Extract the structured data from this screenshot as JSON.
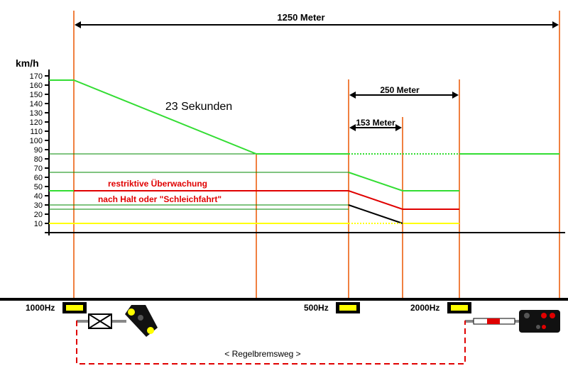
{
  "unit_label": "km/h",
  "y_ticks": [
    "170",
    "160",
    "150",
    "140",
    "130",
    "120",
    "110",
    "100",
    "90",
    "80",
    "70",
    "60",
    "50",
    "40",
    "30",
    "20",
    "10"
  ],
  "labels": {
    "distance_total": "1250 Meter",
    "distance_250": "250 Meter",
    "distance_153": "153 Meter",
    "seconds": "23 Sekunden",
    "restrictive_line1": "restriktive Überwachung",
    "restrictive_line2": "nach Halt oder \"Schleichfahrt\"",
    "hz_1000": "1000Hz",
    "hz_500": "500Hz",
    "hz_2000": "2000Hz",
    "braking_distance": "< Regelbremsweg >"
  },
  "colors": {
    "orange": "#f08040",
    "green": "#33dd33",
    "dark_green": "#008800",
    "red": "#e00000",
    "yellow": "#ffff00",
    "black": "#000000"
  },
  "chart_data": {
    "type": "line",
    "ylabel": "km/h",
    "ylim": [
      0,
      170
    ],
    "x_unit": "Meter",
    "markers": {
      "total_m": 1250,
      "span_250_m": 250,
      "span_153_m": 153,
      "time_s": 23
    },
    "series": [
      {
        "values": [
          165,
          165,
          85,
          85,
          45,
          45
        ]
      },
      {
        "values": [
          45,
          45,
          25,
          25
        ]
      },
      {
        "values": [
          30,
          10
        ]
      },
      {
        "values": [
          10,
          10
        ]
      }
    ]
  }
}
